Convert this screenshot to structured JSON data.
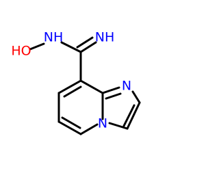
{
  "molecule": {
    "atoms": {
      "o_hydroxyl": {
        "symbol": "O",
        "label": "HO",
        "color": "#ff0000"
      },
      "n_amide": {
        "symbol": "N",
        "label": "NH",
        "color": "#0000ff"
      },
      "n_imine": {
        "symbol": "N",
        "label": "NH",
        "color": "#0000ff"
      },
      "n_ring_imidazole": {
        "symbol": "N",
        "label": "N",
        "color": "#0000ff"
      },
      "n_ring_bridge": {
        "symbol": "N",
        "label": "N",
        "color": "#0000ff"
      }
    },
    "bond_color": "#000000"
  }
}
